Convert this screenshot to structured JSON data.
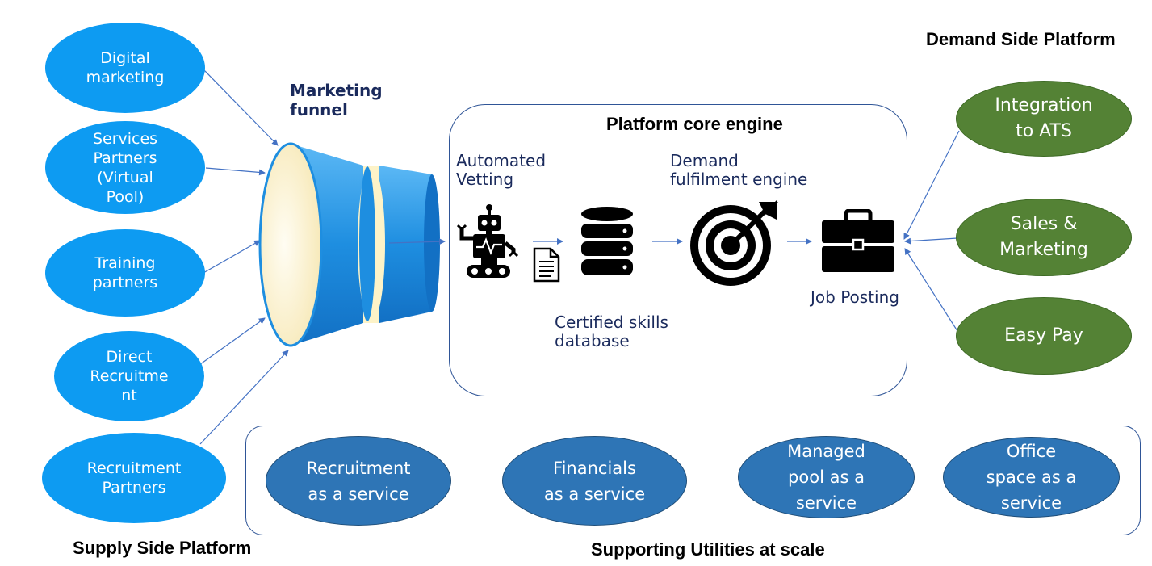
{
  "supply_side": {
    "heading": "Supply Side Platform",
    "nodes": [
      {
        "label": "Digital\nmarketing"
      },
      {
        "label": "Services\nPartners\n(Virtual\nPool)"
      },
      {
        "label": "Training\npartners"
      },
      {
        "label": "Direct\nRecruitme\nnt"
      },
      {
        "label": "Recruitment\nPartners"
      }
    ]
  },
  "funnel": {
    "label": "Marketing\nfunnel"
  },
  "engine": {
    "title": "Platform core engine",
    "steps": [
      {
        "label": "Automated\nVetting",
        "icon": "robot-icon"
      },
      {
        "label": "",
        "icon": "document-icon"
      },
      {
        "label": "Certified skills\ndatabase",
        "icon": "database-icon"
      },
      {
        "label": "Demand\nfulfilment engine",
        "icon": "target-icon"
      },
      {
        "label": "Job Posting",
        "icon": "briefcase-icon"
      }
    ]
  },
  "demand_side": {
    "heading": "Demand Side Platform",
    "nodes": [
      {
        "label": "Integration\nto ATS"
      },
      {
        "label": "Sales &\nMarketing"
      },
      {
        "label": "Easy Pay"
      }
    ]
  },
  "utilities": {
    "heading": "Supporting Utilities at scale",
    "nodes": [
      {
        "label": "Recruitment\nas a service"
      },
      {
        "label": "Financials\nas a service"
      },
      {
        "label": "Managed\npool as a\nservice"
      },
      {
        "label": "Office\nspace as a\nservice"
      }
    ]
  },
  "colors": {
    "supply_node": "#0d9bf2",
    "demand_node": "#548235",
    "utility_node": "#2e75b6",
    "connector": "#4472c4",
    "funnel_blue": "#1e8ee0",
    "funnel_inner": "#fdf6dc"
  }
}
